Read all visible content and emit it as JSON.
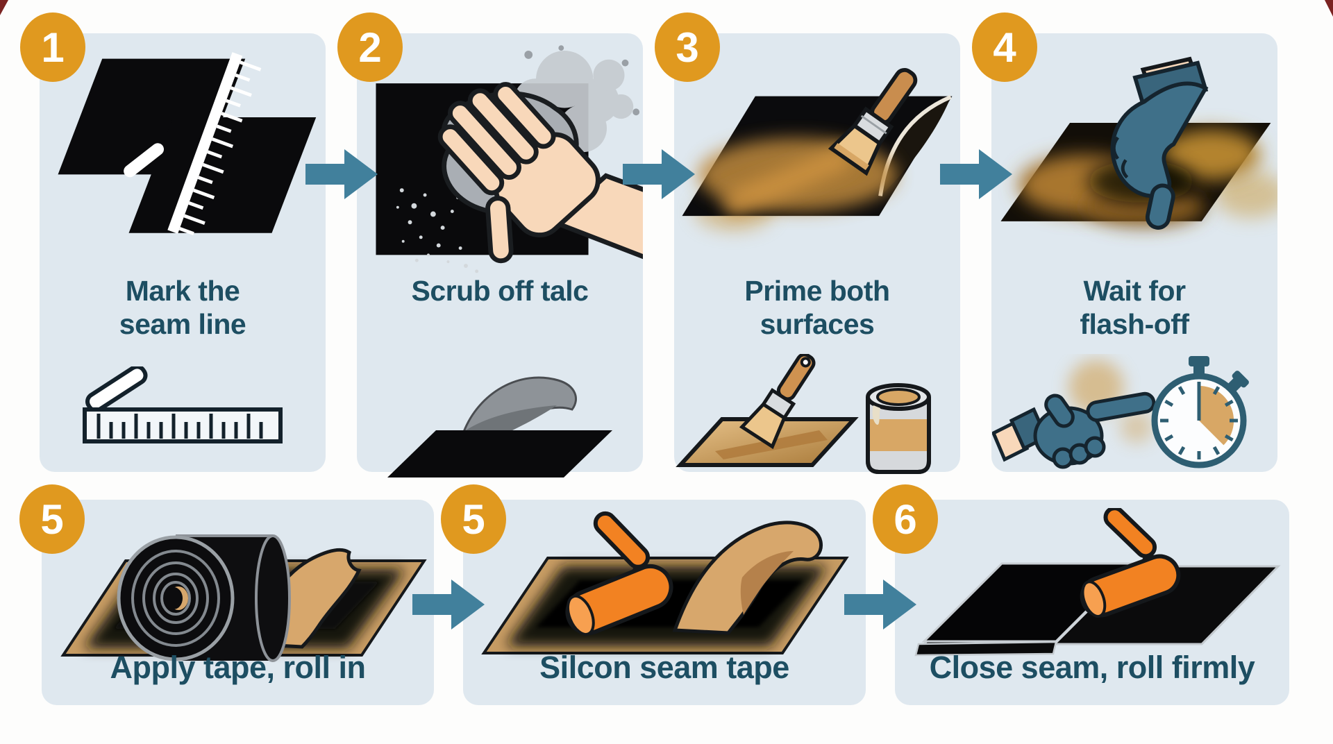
{
  "infographic": {
    "steps": [
      {
        "number": "1",
        "title": [
          "Mark the",
          "seam line"
        ],
        "illustration": "rubber-sheets-ruler-chalk"
      },
      {
        "number": "2",
        "title": [
          "Scrub off talc"
        ],
        "illustration": "hand-scrubbing-cloth-dust"
      },
      {
        "number": "3",
        "title": [
          "Prime both",
          "surfaces"
        ],
        "illustration": "peeled-sheet-primer-brush"
      },
      {
        "number": "4",
        "title": [
          "Wait for",
          "flash-off"
        ],
        "illustration": "gloved-finger-primed-sheet"
      },
      {
        "number": "5",
        "title": [
          "Apply tape, roll in"
        ],
        "illustration": "tape-roll-release-liner"
      },
      {
        "number": "5",
        "title": [
          "Silcon seam tape"
        ],
        "illustration": "seam-roller-release-liner"
      },
      {
        "number": "6",
        "title": [
          "Close seam, roll firmly"
        ],
        "illustration": "roller-closing-folded-seam"
      }
    ],
    "colors": {
      "page_background": "#fdfdfc",
      "card_background": "#dfe8ef",
      "badge_orange": "#e0991f",
      "title_text": "#1d4e62",
      "arrow_blue": "#41809c",
      "roller_orange": "#f28222",
      "liner_tan": "#d7a76c",
      "glove_teal": "#3f7089",
      "sheet_black": "#0b0b0c",
      "corner_mark_red": "#7b2322"
    }
  }
}
